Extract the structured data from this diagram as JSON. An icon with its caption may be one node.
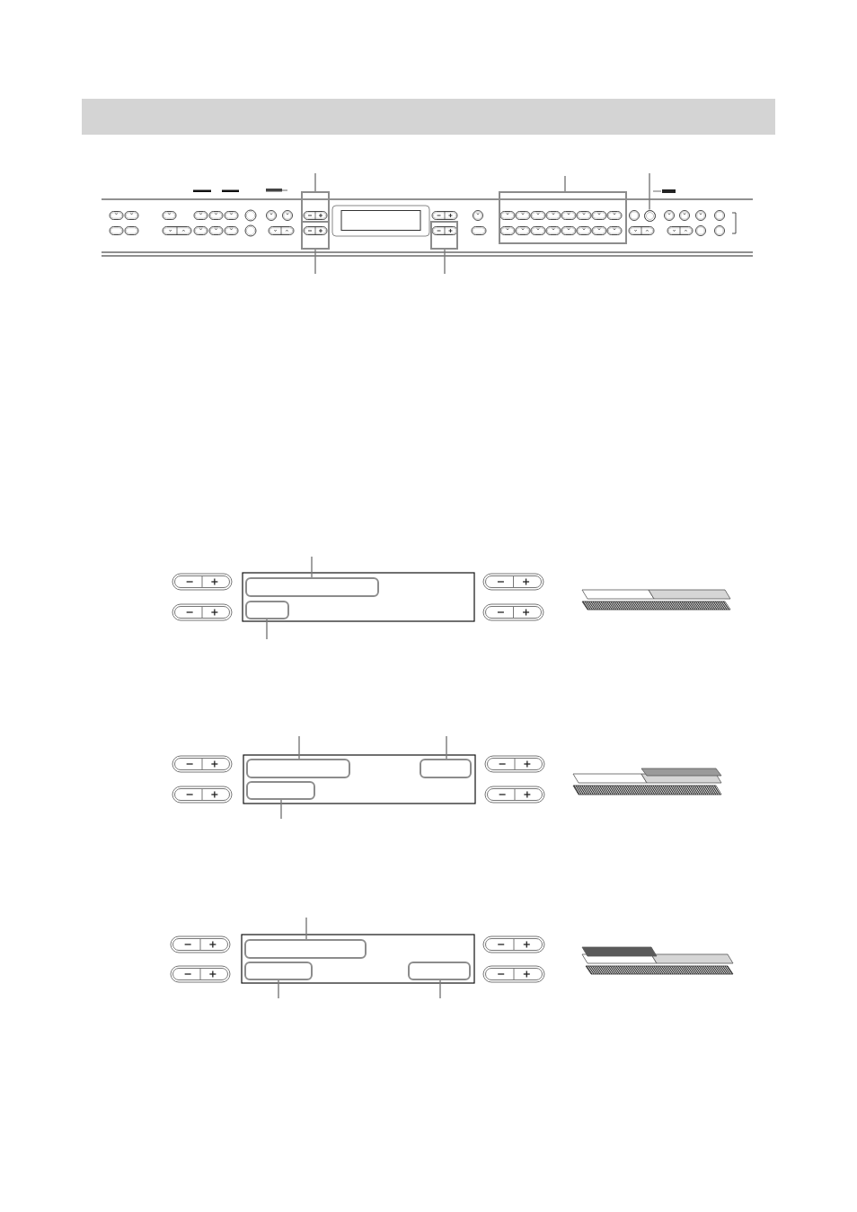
{
  "diagram": {
    "nodes": [
      {
        "text": [],
        "shape": "box"
      },
      {
        "text": [],
        "shape": "box"
      },
      {
        "text": [],
        "shape": "circle"
      },
      {
        "text": [],
        "shape": "box"
      },
      {
        "text": [],
        "shape": "box"
      },
      {
        "text": [],
        "shape": "box"
      },
      {
        "text": [],
        "shape": "box"
      },
      {
        "text": [],
        "shape": "box"
      },
      {
        "text": [],
        "shape": "box"
      },
      {
        "text": [],
        "shape": "box"
      },
      {
        "text": [],
        "shape": "box"
      },
      {
        "text": [],
        "shape": "box"
      },
      {
        "text": [],
        "shape": "box"
      }
    ],
    "edges": [
      {
        "from": null,
        "to": 0,
        "arrow": "none"
      },
      {
        "from": null,
        "to": 1,
        "arrow": "none"
      },
      {
        "from": null,
        "to": 2,
        "arrow": "none"
      },
      {
        "from": null,
        "to": 3,
        "arrow": "none"
      },
      {
        "from": null,
        "to": 4,
        "arrow": "none"
      },
      {
        "from": null,
        "to": 5,
        "arrow": "none"
      },
      {
        "from": null,
        "to": 6,
        "arrow": "none"
      },
      {
        "from": null,
        "to": 7,
        "arrow": "none"
      },
      {
        "from": null,
        "to": 8,
        "arrow": "none"
      },
      {
        "from": null,
        "to": 9,
        "arrow": "none"
      },
      {
        "from": null,
        "to": 10,
        "arrow": "none"
      },
      {
        "from": null,
        "to": 11,
        "arrow": "none"
      },
      {
        "from": null,
        "to": 12,
        "arrow": "none"
      }
    ]
  }
}
